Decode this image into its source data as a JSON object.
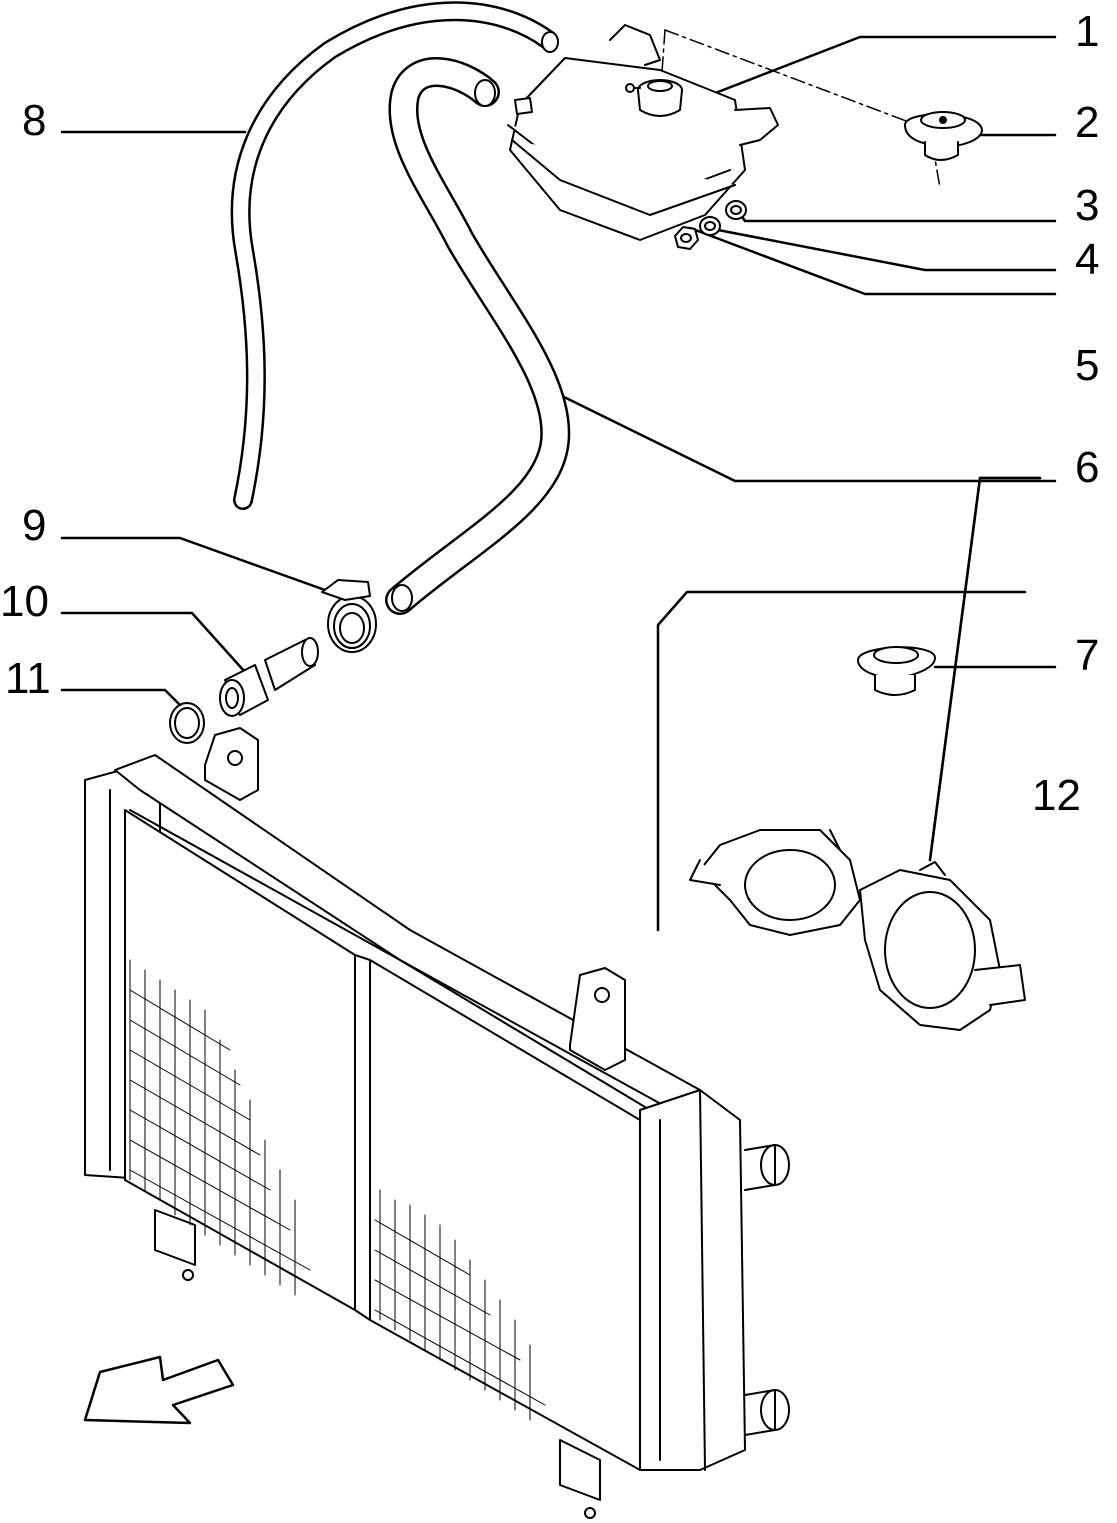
{
  "diagram": {
    "kind": "exploded parts view",
    "callouts": [
      {
        "id": "p1",
        "text": "1"
      },
      {
        "id": "p2",
        "text": "2"
      },
      {
        "id": "p3",
        "text": "3"
      },
      {
        "id": "p4",
        "text": "4"
      },
      {
        "id": "p5",
        "text": "5"
      },
      {
        "id": "p6",
        "text": "6"
      },
      {
        "id": "p7",
        "text": "7"
      },
      {
        "id": "p8",
        "text": "8"
      },
      {
        "id": "p9",
        "text": "9"
      },
      {
        "id": "p10",
        "text": "10"
      },
      {
        "id": "p11",
        "text": "11"
      },
      {
        "id": "p12",
        "text": "12"
      }
    ],
    "colors": {
      "line": "#000000",
      "fill": "#ffffff"
    }
  }
}
